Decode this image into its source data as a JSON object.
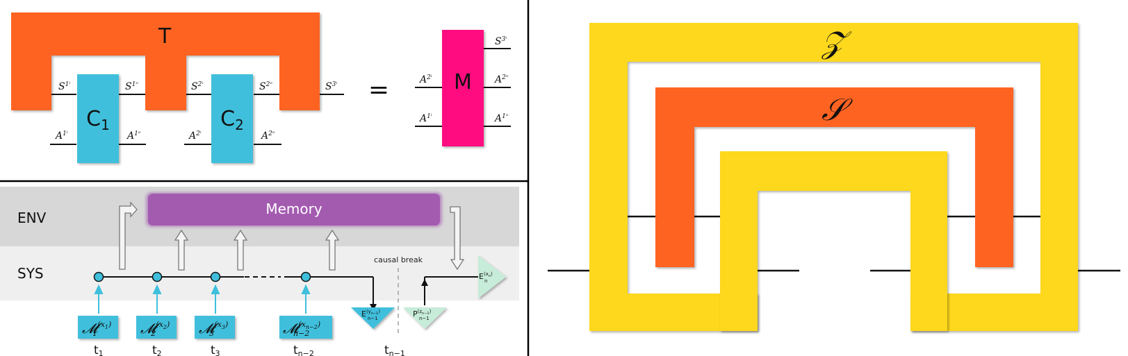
{
  "colors": {
    "orange": "#ff6420",
    "cyan": "#3fbfdc",
    "magenta": "#ff0a80",
    "yellow": "#fdd81e",
    "purple": "#a35bb0",
    "mint": "#c7ecd9",
    "env_band": "#d7d7d7",
    "sys_band": "#efefef"
  },
  "comb": {
    "tester_label": "T",
    "channel1_label": "C",
    "channel1_sub": "1",
    "channel2_label": "C",
    "channel2_sub": "2",
    "equals": "=",
    "result_label": "M",
    "wires": {
      "s1i": {
        "base": "S",
        "sup": "1ⁱ"
      },
      "s1o": {
        "base": "S",
        "sup": "1ᵒ"
      },
      "s2i": {
        "base": "S",
        "sup": "2ⁱ"
      },
      "s2o": {
        "base": "S",
        "sup": "2ᵒ"
      },
      "s3i": {
        "base": "S",
        "sup": "3ⁱ"
      },
      "a1i": {
        "base": "A",
        "sup": "1ⁱ"
      },
      "a1o": {
        "base": "A",
        "sup": "1ᵒ"
      },
      "a2i": {
        "base": "A",
        "sup": "2ⁱ"
      },
      "a2o": {
        "base": "A",
        "sup": "2ᵒ"
      },
      "m_s3i": {
        "base": "S",
        "sup": "3ⁱ"
      },
      "m_a2i": {
        "base": "A",
        "sup": "2ⁱ"
      },
      "m_a2o": {
        "base": "A",
        "sup": "2ᵒ"
      },
      "m_a1i": {
        "base": "A",
        "sup": "1ⁱ"
      },
      "m_a1o": {
        "base": "A",
        "sup": "1ᵒ"
      }
    }
  },
  "process": {
    "env_label": "ENV",
    "sys_label": "SYS",
    "memory_label": "Memory",
    "causal_break": "causal break",
    "instruments": [
      {
        "base": "𝓜",
        "sub": "1",
        "sup": "(x",
        "sup_sub": "1",
        "sup_end": ")"
      },
      {
        "base": "𝓜",
        "sub": "2",
        "sup": "(x",
        "sup_sub": "2",
        "sup_end": ")"
      },
      {
        "base": "𝓜",
        "sub": "3",
        "sup": "(x",
        "sup_sub": "3",
        "sup_end": ")"
      },
      {
        "base": "𝓜",
        "sub": "n−2",
        "sup": "(x",
        "sup_sub": "n−2",
        "sup_end": ")"
      }
    ],
    "times": [
      {
        "base": "t",
        "sub": "1"
      },
      {
        "base": "t",
        "sub": "2"
      },
      {
        "base": "t",
        "sub": "3"
      },
      {
        "base": "t",
        "sub": "n−2"
      },
      {
        "base": "t",
        "sub": "n−1"
      }
    ],
    "e_last": {
      "base": "E",
      "sub": "n−1",
      "sup": "(y",
      "sup_sub": "n−1",
      "sup_end": ")"
    },
    "p_last": {
      "base": "P",
      "sub": "n−1",
      "sup": "(z",
      "sup_sub": "n−1",
      "sup_end": ")"
    },
    "e_final": {
      "base": "E",
      "sub": "n",
      "sup": "(x",
      "sup_sub": "n",
      "sup_end": ")"
    }
  },
  "nested": {
    "outer_label": "𝒵",
    "middle_label": "𝒮"
  }
}
